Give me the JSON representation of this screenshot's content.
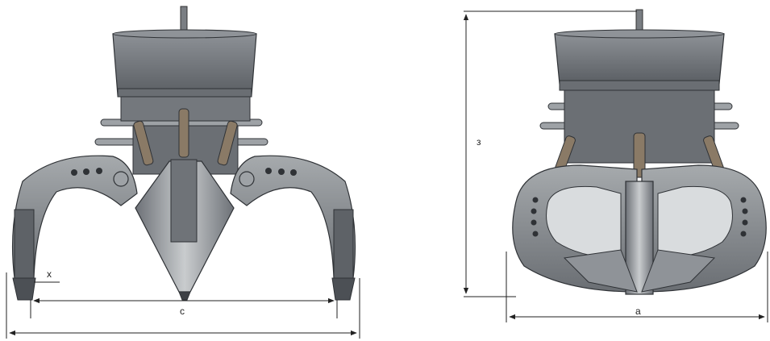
{
  "figure": {
    "dimension_labels": {
      "c": "c",
      "x": "x",
      "e": "з",
      "a": "a"
    },
    "colors": {
      "metal_dark": "#5b5f64",
      "metal_mid": "#7c8187",
      "metal_light": "#b6babd",
      "metal_highlight": "#d9dcde",
      "hydraulic_bronze": "#8a7a66",
      "line": "#222222",
      "background": "#ffffff"
    },
    "icons": [
      "open-grab-drawing",
      "closed-grab-drawing",
      "dimension-arrow"
    ]
  }
}
